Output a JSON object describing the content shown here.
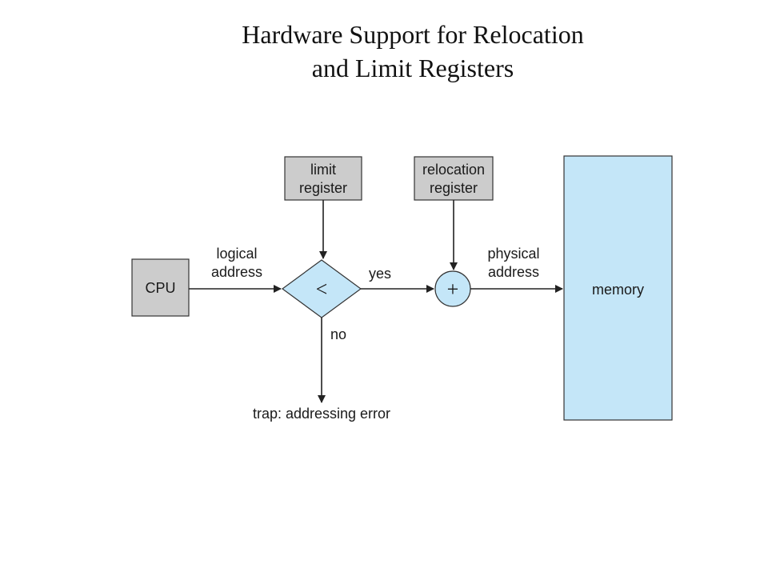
{
  "title": {
    "line1": "Hardware Support for Relocation",
    "line2": "and Limit Registers"
  },
  "colors": {
    "register_fill": "#cccccc",
    "flow_fill": "#c4e6f8",
    "stroke": "#333333"
  },
  "nodes": {
    "cpu": "CPU",
    "limit_register": {
      "line1": "limit",
      "line2": "register"
    },
    "relocation_register": {
      "line1": "relocation",
      "line2": "register"
    },
    "comparator_symbol": "<",
    "adder_symbol": "+",
    "memory": "memory"
  },
  "edges": {
    "logical_address": {
      "line1": "logical",
      "line2": "address"
    },
    "yes": "yes",
    "no": "no",
    "physical_address": {
      "line1": "physical",
      "line2": "address"
    },
    "trap": "trap: addressing error"
  }
}
